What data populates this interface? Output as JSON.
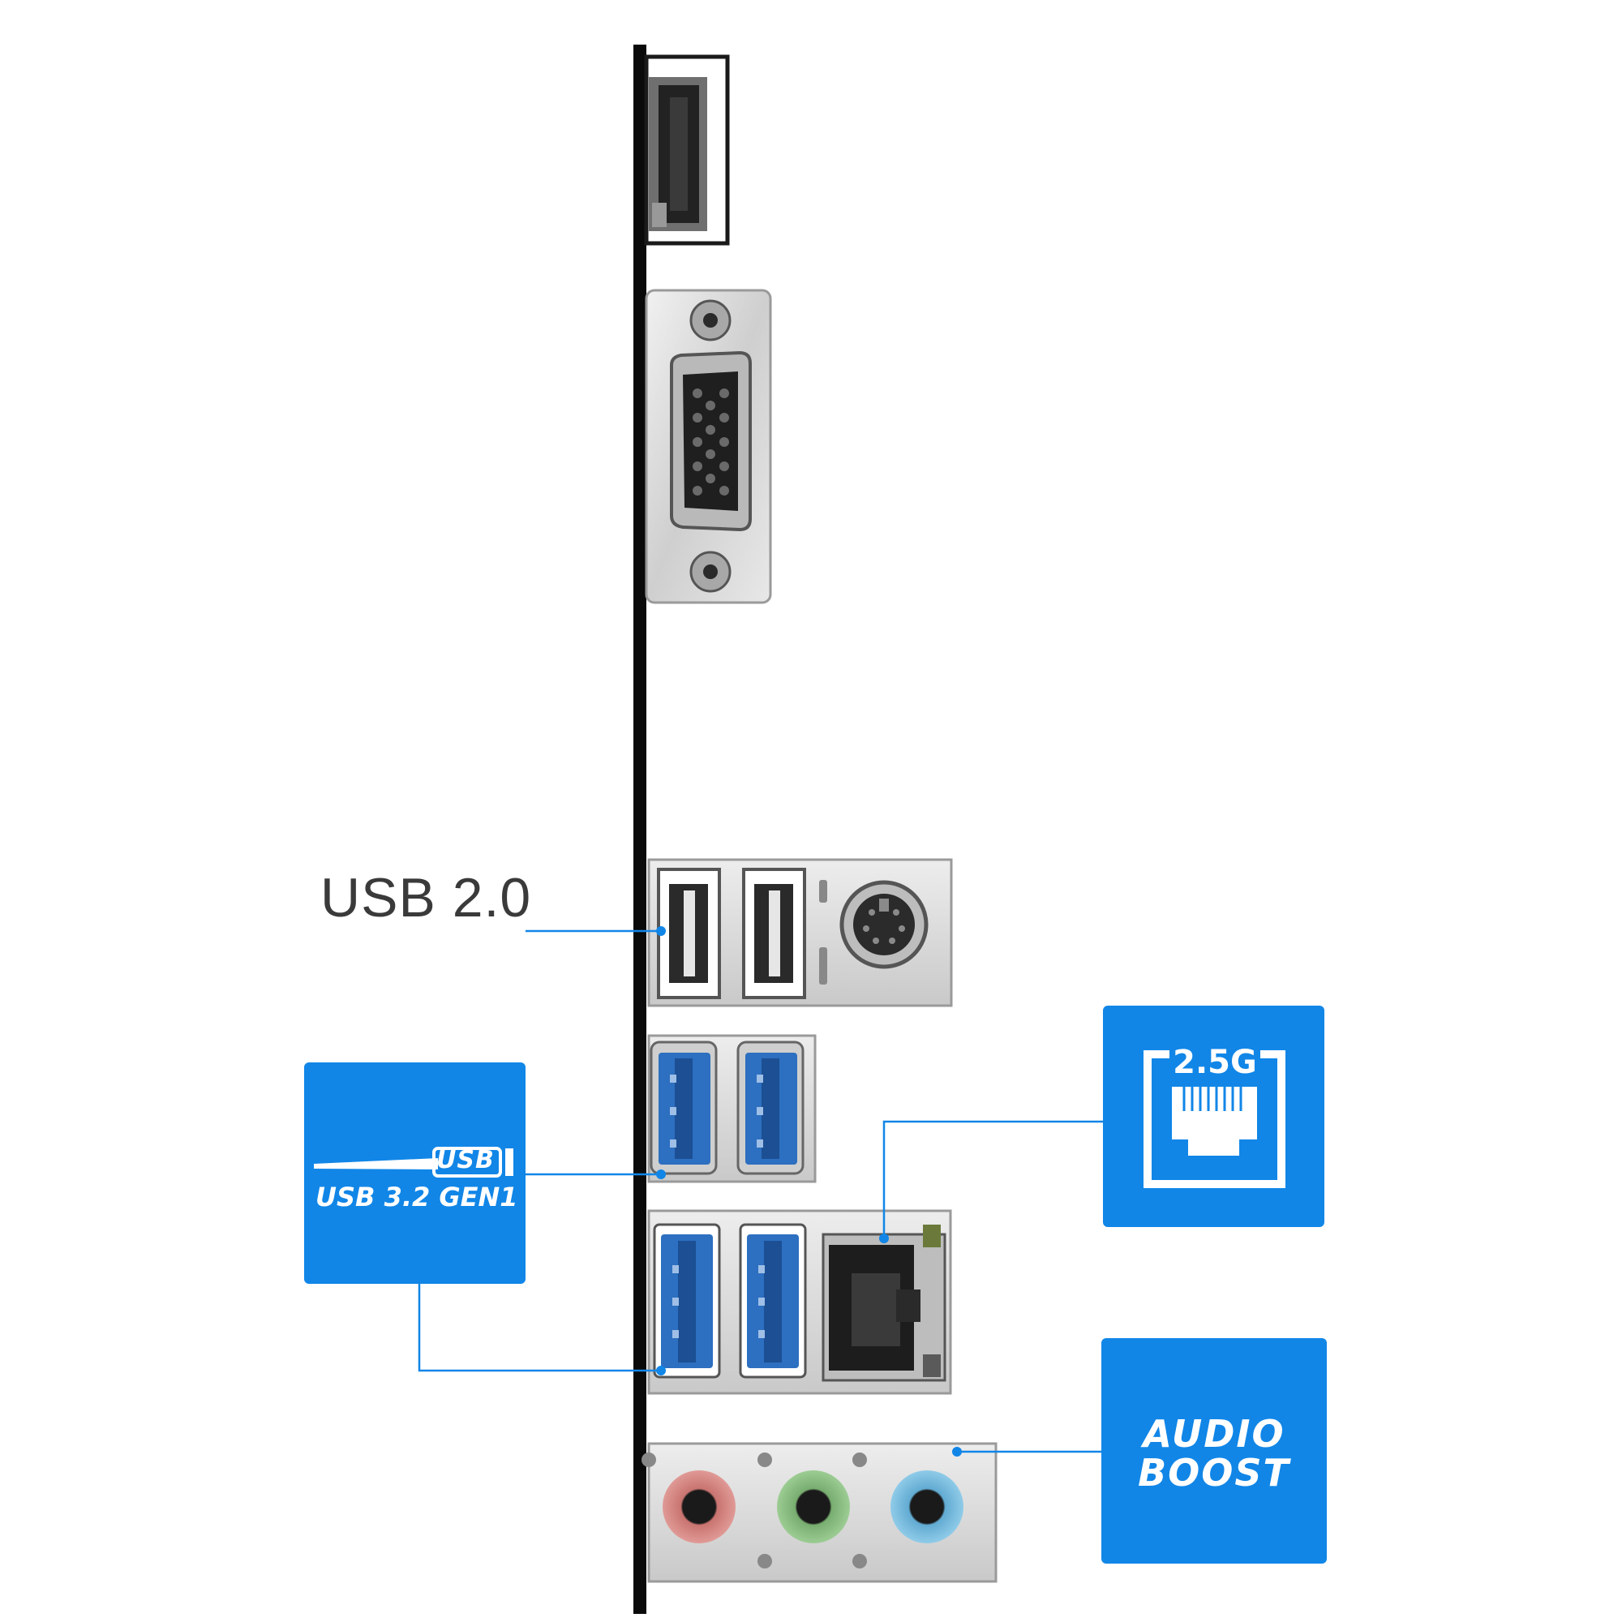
{
  "labels": {
    "usb2": "USB 2.0",
    "usb32_logo": "USB",
    "usb32_gen": "USB 3.2 GEN1",
    "lan_speed": "2.5G",
    "audio_line1": "AUDIO",
    "audio_line2": "BOOST"
  },
  "colors": {
    "accent": "#1186e7",
    "usb3_blue": "#2d6fc0",
    "audio_pink": "#cf7f7c",
    "audio_green": "#7fb577",
    "audio_blue": "#6fb5d8",
    "metal": "#d6d6d6"
  },
  "icons": {
    "lan": "ethernet-port-icon",
    "usb": "usb-logo-icon"
  }
}
